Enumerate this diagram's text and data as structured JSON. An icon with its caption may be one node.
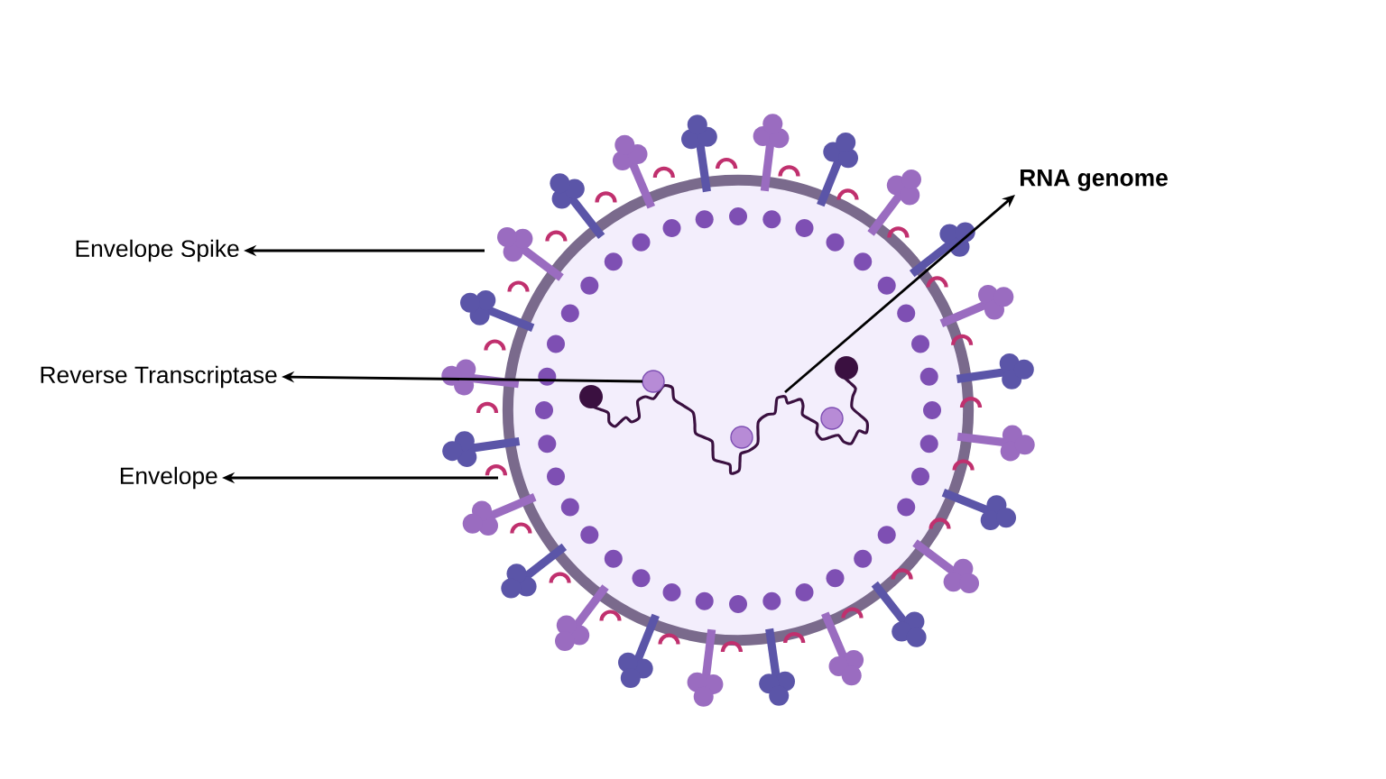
{
  "diagram": {
    "nodes": [
      {
        "text": [
          "Envelope Spike"
        ]
      },
      {
        "text": [
          "Reverse Transcriptase"
        ]
      },
      {
        "text": [
          "Envelope"
        ]
      },
      {
        "text": [
          "RNA genome"
        ]
      }
    ],
    "edges": [
      {
        "from": null,
        "to": 0,
        "arrow": "to"
      },
      {
        "from": null,
        "to": 1,
        "arrow": "to"
      },
      {
        "from": null,
        "to": 2,
        "arrow": "to"
      },
      {
        "from": null,
        "to": 3,
        "arrow": "to"
      }
    ]
  }
}
